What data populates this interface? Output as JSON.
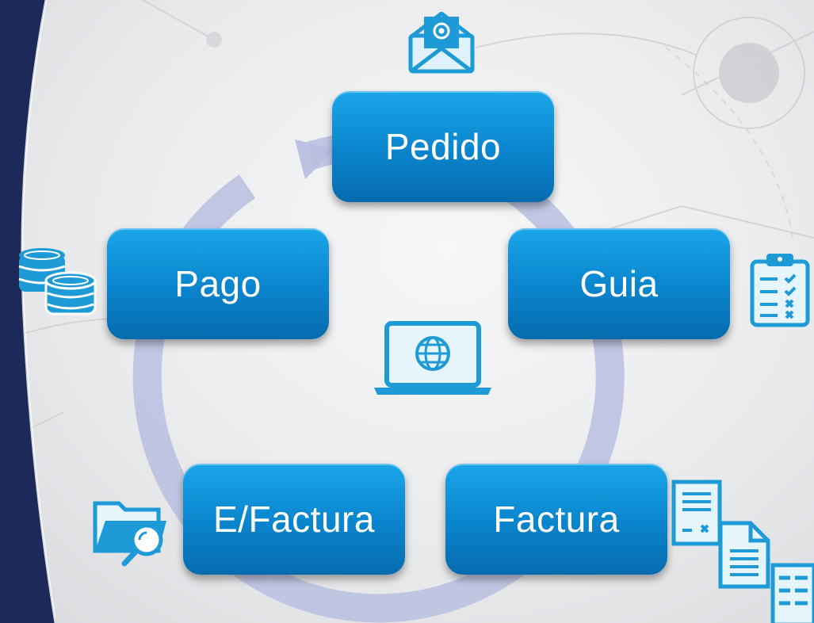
{
  "nodes": {
    "pedido": "Pedido",
    "guia": "Guia",
    "factura": "Factura",
    "efactura": "E/Factura",
    "pago": "Pago"
  },
  "colors": {
    "node_blue": "#0a84cc",
    "cycle_arrow": "#b9bfe0",
    "left_band": "#1c2a5a",
    "icon_blue": "#1e9bd7"
  },
  "icons": [
    "email-icon",
    "clipboard-checklist-icon",
    "documents-icon",
    "folder-search-icon",
    "coins-icon",
    "laptop-globe-icon"
  ]
}
